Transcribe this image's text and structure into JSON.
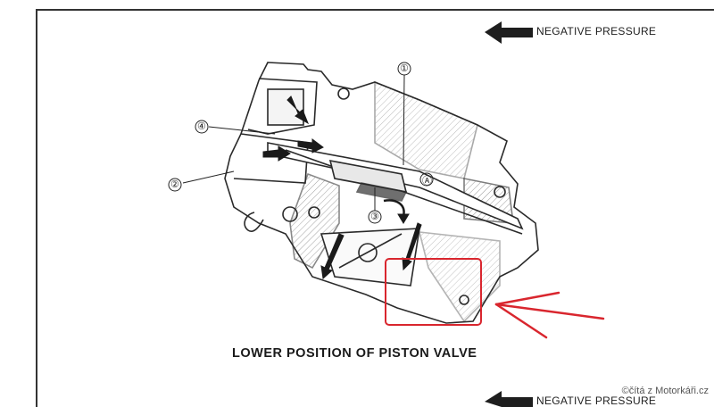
{
  "labels": {
    "negative_pressure_top": "NEGATIVE PRESSURE",
    "negative_pressure_bottom": "NEGATIVE PRESSURE",
    "caption": "LOWER POSITION OF PISTON VALVE",
    "credit": "©čítá z Motorkáři.cz"
  },
  "callouts": {
    "c1": "①",
    "c2": "②",
    "c3": "③",
    "c4": "④",
    "cA": "Ⓐ"
  },
  "colors": {
    "highlight": "#d9262e",
    "ink": "#2a2a2a"
  },
  "icons": [
    "negative-pressure-arrow-icon",
    "flow-arrow-icon",
    "annotation-arrow-icon"
  ]
}
